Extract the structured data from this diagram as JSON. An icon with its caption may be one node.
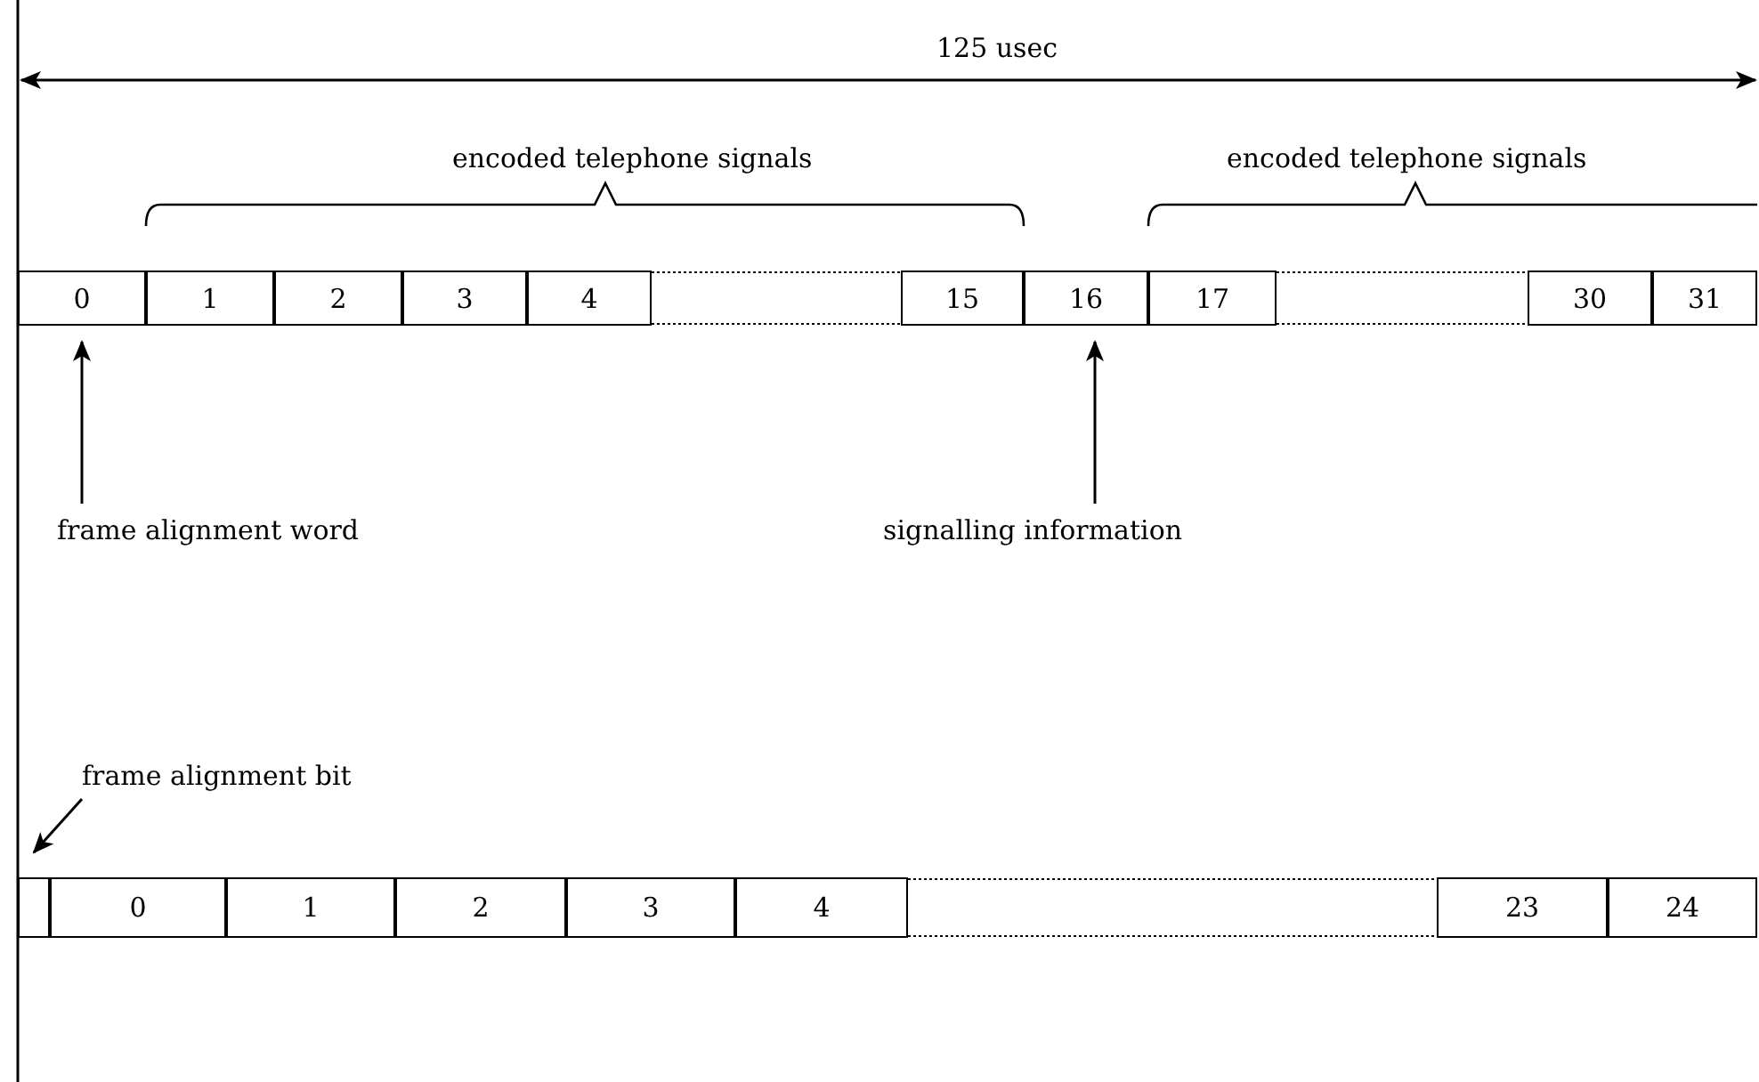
{
  "diagram": {
    "nodes": [
      {
        "text": [
          "0"
        ]
      },
      {
        "text": [
          "1"
        ]
      },
      {
        "text": [
          "2"
        ]
      },
      {
        "text": [
          "3"
        ]
      },
      {
        "text": [
          "4"
        ]
      },
      {
        "text": [
          "15"
        ]
      },
      {
        "text": [
          "16"
        ]
      },
      {
        "text": [
          "17"
        ]
      },
      {
        "text": [
          "30"
        ]
      },
      {
        "text": [
          "31"
        ]
      },
      {
        "text": [
          "frame alignment word"
        ]
      },
      {
        "text": [
          "signalling information"
        ]
      },
      {
        "text": [],
        "shape": "box"
      },
      {
        "text": [
          "0"
        ]
      },
      {
        "text": [
          "1"
        ]
      },
      {
        "text": [
          "2"
        ]
      },
      {
        "text": [
          "3"
        ]
      },
      {
        "text": [
          "4"
        ]
      },
      {
        "text": [
          "23"
        ]
      },
      {
        "text": [
          "24"
        ]
      },
      {
        "text": [
          "frame alignment bit"
        ]
      }
    ],
    "edges": [
      {
        "from": 10,
        "to": 0,
        "arrow": "to"
      },
      {
        "from": 11,
        "to": 6,
        "arrow": "to"
      },
      {
        "from": 20,
        "to": 12,
        "arrow": "to"
      }
    ],
    "labels": [
      "125 usec",
      "encoded telephone signals",
      "encoded telephone signals"
    ]
  }
}
